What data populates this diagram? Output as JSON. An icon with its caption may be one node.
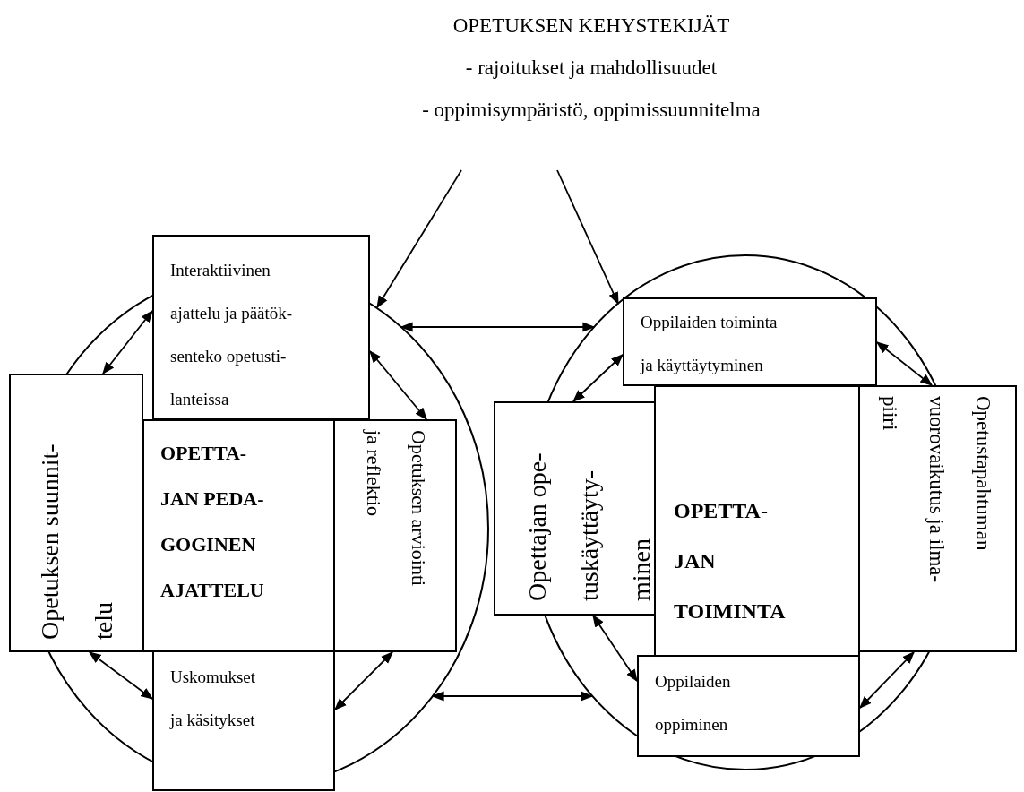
{
  "diagram": {
    "nodes": [
      {
        "text": [
          "OPETUKSEN KEHYSTEKIJÄT",
          "- rajoitukset ja mahdollisuudet",
          "- oppimisympäristö, oppimissuunnitelma"
        ]
      },
      {
        "text": [],
        "shape": "circle"
      },
      {
        "text": [],
        "shape": "circle"
      },
      {
        "text": [
          "Interaktiivinen ajattelu ja päätök- senteko opetusti- lanteissa"
        ]
      },
      {
        "text": [
          "Opetuksen suunnit- telu"
        ]
      },
      {
        "text": [
          "OPETTA- JAN PEDA- GOGINEN AJATTELU"
        ],
        "in": 1
      },
      {
        "text": [
          "Opetuksen arviointi ja reflektio"
        ],
        "in": 1
      },
      {
        "text": [
          "Uskomukset ja käsitykset"
        ],
        "in": 1
      },
      {
        "text": [
          "Oppilaiden toiminta ja käyttäytyminen"
        ],
        "in": 2
      },
      {
        "text": [
          "Opettajan ope- tuskäyttäyty- minen"
        ]
      },
      {
        "text": [
          "OPETTA- JAN TOIMINTA"
        ],
        "in": 2
      },
      {
        "text": [
          "Opetustapahtuman vuorovaikutus ja ilma- piiri"
        ]
      },
      {
        "text": [
          "Oppilaiden oppiminen"
        ],
        "in": 2
      }
    ],
    "edges": [
      {
        "from": 0,
        "to": 1,
        "arrow": "to"
      },
      {
        "from": 0,
        "to": 2,
        "arrow": "to"
      },
      {
        "from": 1,
        "to": 2,
        "arrow": "both"
      },
      {
        "from": 1,
        "to": 2,
        "arrow": "both"
      },
      {
        "from": 4,
        "to": 3,
        "arrow": "both"
      },
      {
        "from": 3,
        "to": 6,
        "arrow": "both"
      },
      {
        "from": 4,
        "to": 7,
        "arrow": "both"
      },
      {
        "from": 7,
        "to": 6,
        "arrow": "both"
      },
      {
        "from": 9,
        "to": 8,
        "arrow": "both"
      },
      {
        "from": 8,
        "to": 11,
        "arrow": "both"
      },
      {
        "from": 9,
        "to": 12,
        "arrow": "both"
      },
      {
        "from": 12,
        "to": 11,
        "arrow": "both"
      }
    ]
  }
}
